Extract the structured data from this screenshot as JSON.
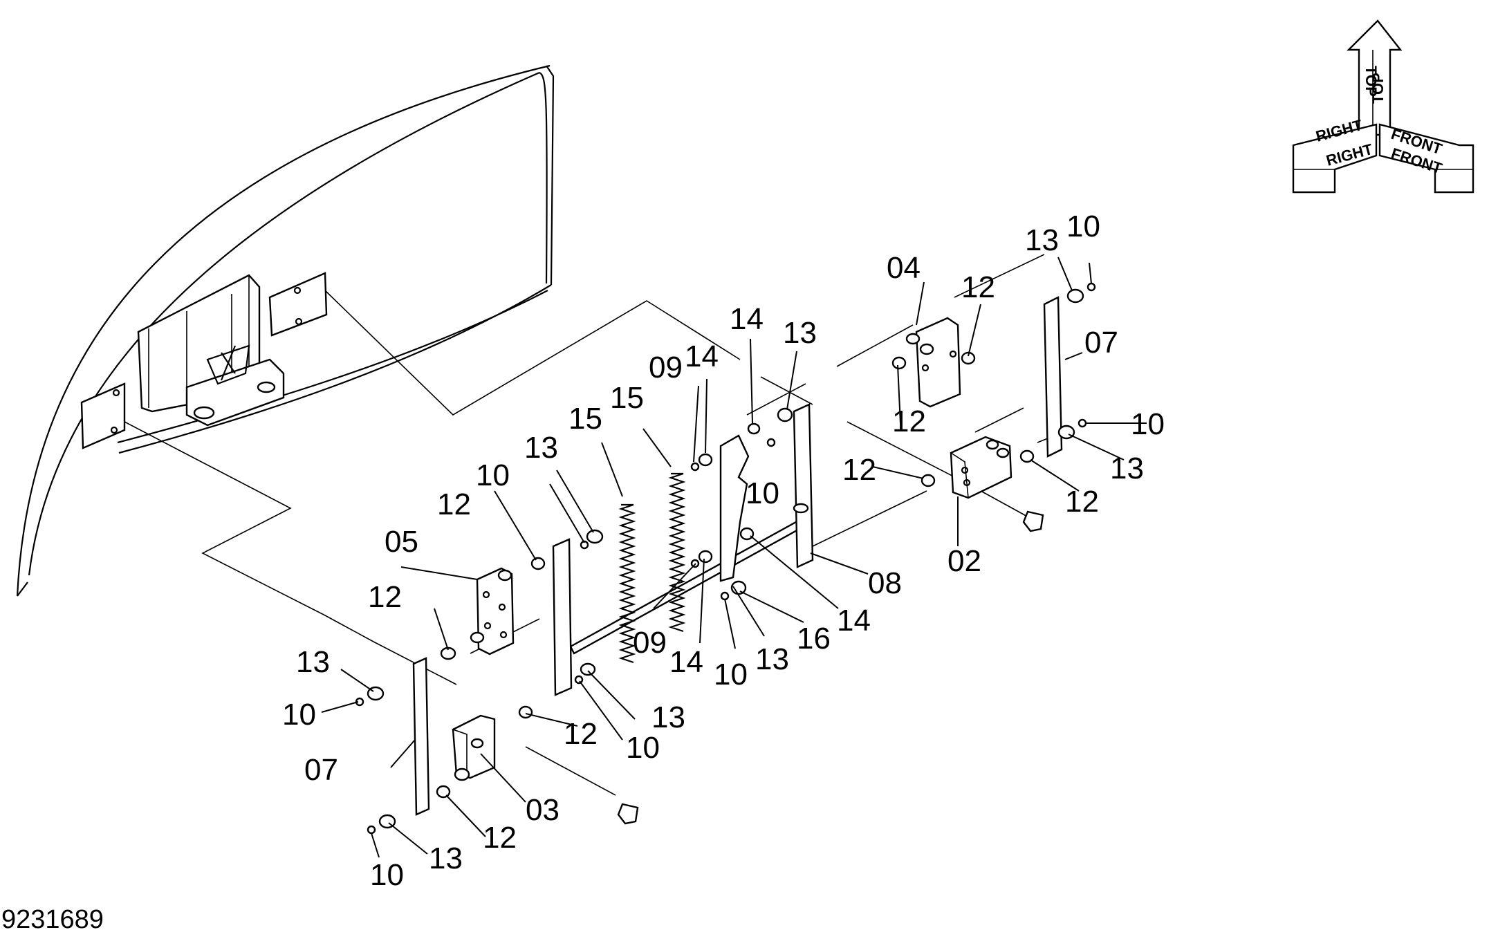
{
  "figure": {
    "reference_number": "9231689",
    "orientation_marker": {
      "top_label": "TOP",
      "right_label": "RIGHT",
      "front_label": "FRONT"
    }
  },
  "callouts": [
    {
      "id": "c01",
      "text": "04"
    },
    {
      "id": "c02",
      "text": "12"
    },
    {
      "id": "c03",
      "text": "13"
    },
    {
      "id": "c04",
      "text": "10"
    },
    {
      "id": "c05",
      "text": "07"
    },
    {
      "id": "c06",
      "text": "14"
    },
    {
      "id": "c07",
      "text": "13"
    },
    {
      "id": "c08",
      "text": "09"
    },
    {
      "id": "c09",
      "text": "14"
    },
    {
      "id": "c10",
      "text": "15"
    },
    {
      "id": "c11",
      "text": "15"
    },
    {
      "id": "c12",
      "text": "12"
    },
    {
      "id": "c13",
      "text": "10"
    },
    {
      "id": "c14",
      "text": "10"
    },
    {
      "id": "c15",
      "text": "13"
    },
    {
      "id": "c16",
      "text": "12"
    },
    {
      "id": "c17",
      "text": "13"
    },
    {
      "id": "c18",
      "text": "12"
    },
    {
      "id": "c19",
      "text": "10"
    },
    {
      "id": "c20",
      "text": "12"
    },
    {
      "id": "c21",
      "text": "05"
    },
    {
      "id": "c22",
      "text": "02"
    },
    {
      "id": "c23",
      "text": "08"
    },
    {
      "id": "c24",
      "text": "12"
    },
    {
      "id": "c25",
      "text": "14"
    },
    {
      "id": "c26",
      "text": "16"
    },
    {
      "id": "c27",
      "text": "09"
    },
    {
      "id": "c28",
      "text": "14"
    },
    {
      "id": "c29",
      "text": "13"
    },
    {
      "id": "c30",
      "text": "10"
    },
    {
      "id": "c31",
      "text": "13"
    },
    {
      "id": "c32",
      "text": "13"
    },
    {
      "id": "c33",
      "text": "10"
    },
    {
      "id": "c34",
      "text": "10"
    },
    {
      "id": "c35",
      "text": "12"
    },
    {
      "id": "c36",
      "text": "07"
    },
    {
      "id": "c37",
      "text": "03"
    },
    {
      "id": "c38",
      "text": "12"
    },
    {
      "id": "c39",
      "text": "13"
    },
    {
      "id": "c40",
      "text": "10"
    }
  ]
}
